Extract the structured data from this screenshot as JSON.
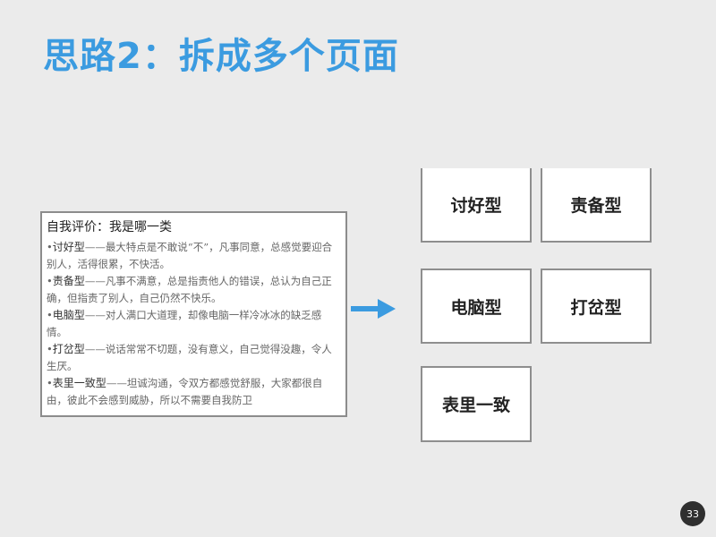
{
  "title": "思路2：拆成多个页面",
  "source_panel": {
    "heading": "自我评价：我是哪一类",
    "items": [
      {
        "bullet": "•",
        "label": "讨好型",
        "text": "——最大特点是不敢说“不”，凡事同意，总感觉要迎合别人，活得很累，不快活。"
      },
      {
        "bullet": "•",
        "label": "责备型",
        "text": "——凡事不满意，总是指责他人的错误，总认为自己正确，但指责了别人，自己仍然不快乐。"
      },
      {
        "bullet": "•",
        "label": "电脑型",
        "text": "——对人满口大道理，却像电脑一样冷冰冰的缺乏感情。"
      },
      {
        "bullet": "•",
        "label": "打岔型",
        "text": "——说话常常不切题，没有意义，自己觉得没趣，令人生厌。"
      },
      {
        "bullet": "•",
        "label": "表里一致型",
        "text": "——坦诚沟通，令双方都感觉舒服，大家都很自由，彼此不会感到威胁，所以不需要自我防卫"
      }
    ]
  },
  "cards": [
    "讨好型",
    "责备型",
    "电脑型",
    "打岔型",
    "表里一致"
  ],
  "arrow_color": "#3b9be0",
  "page_number": "33"
}
